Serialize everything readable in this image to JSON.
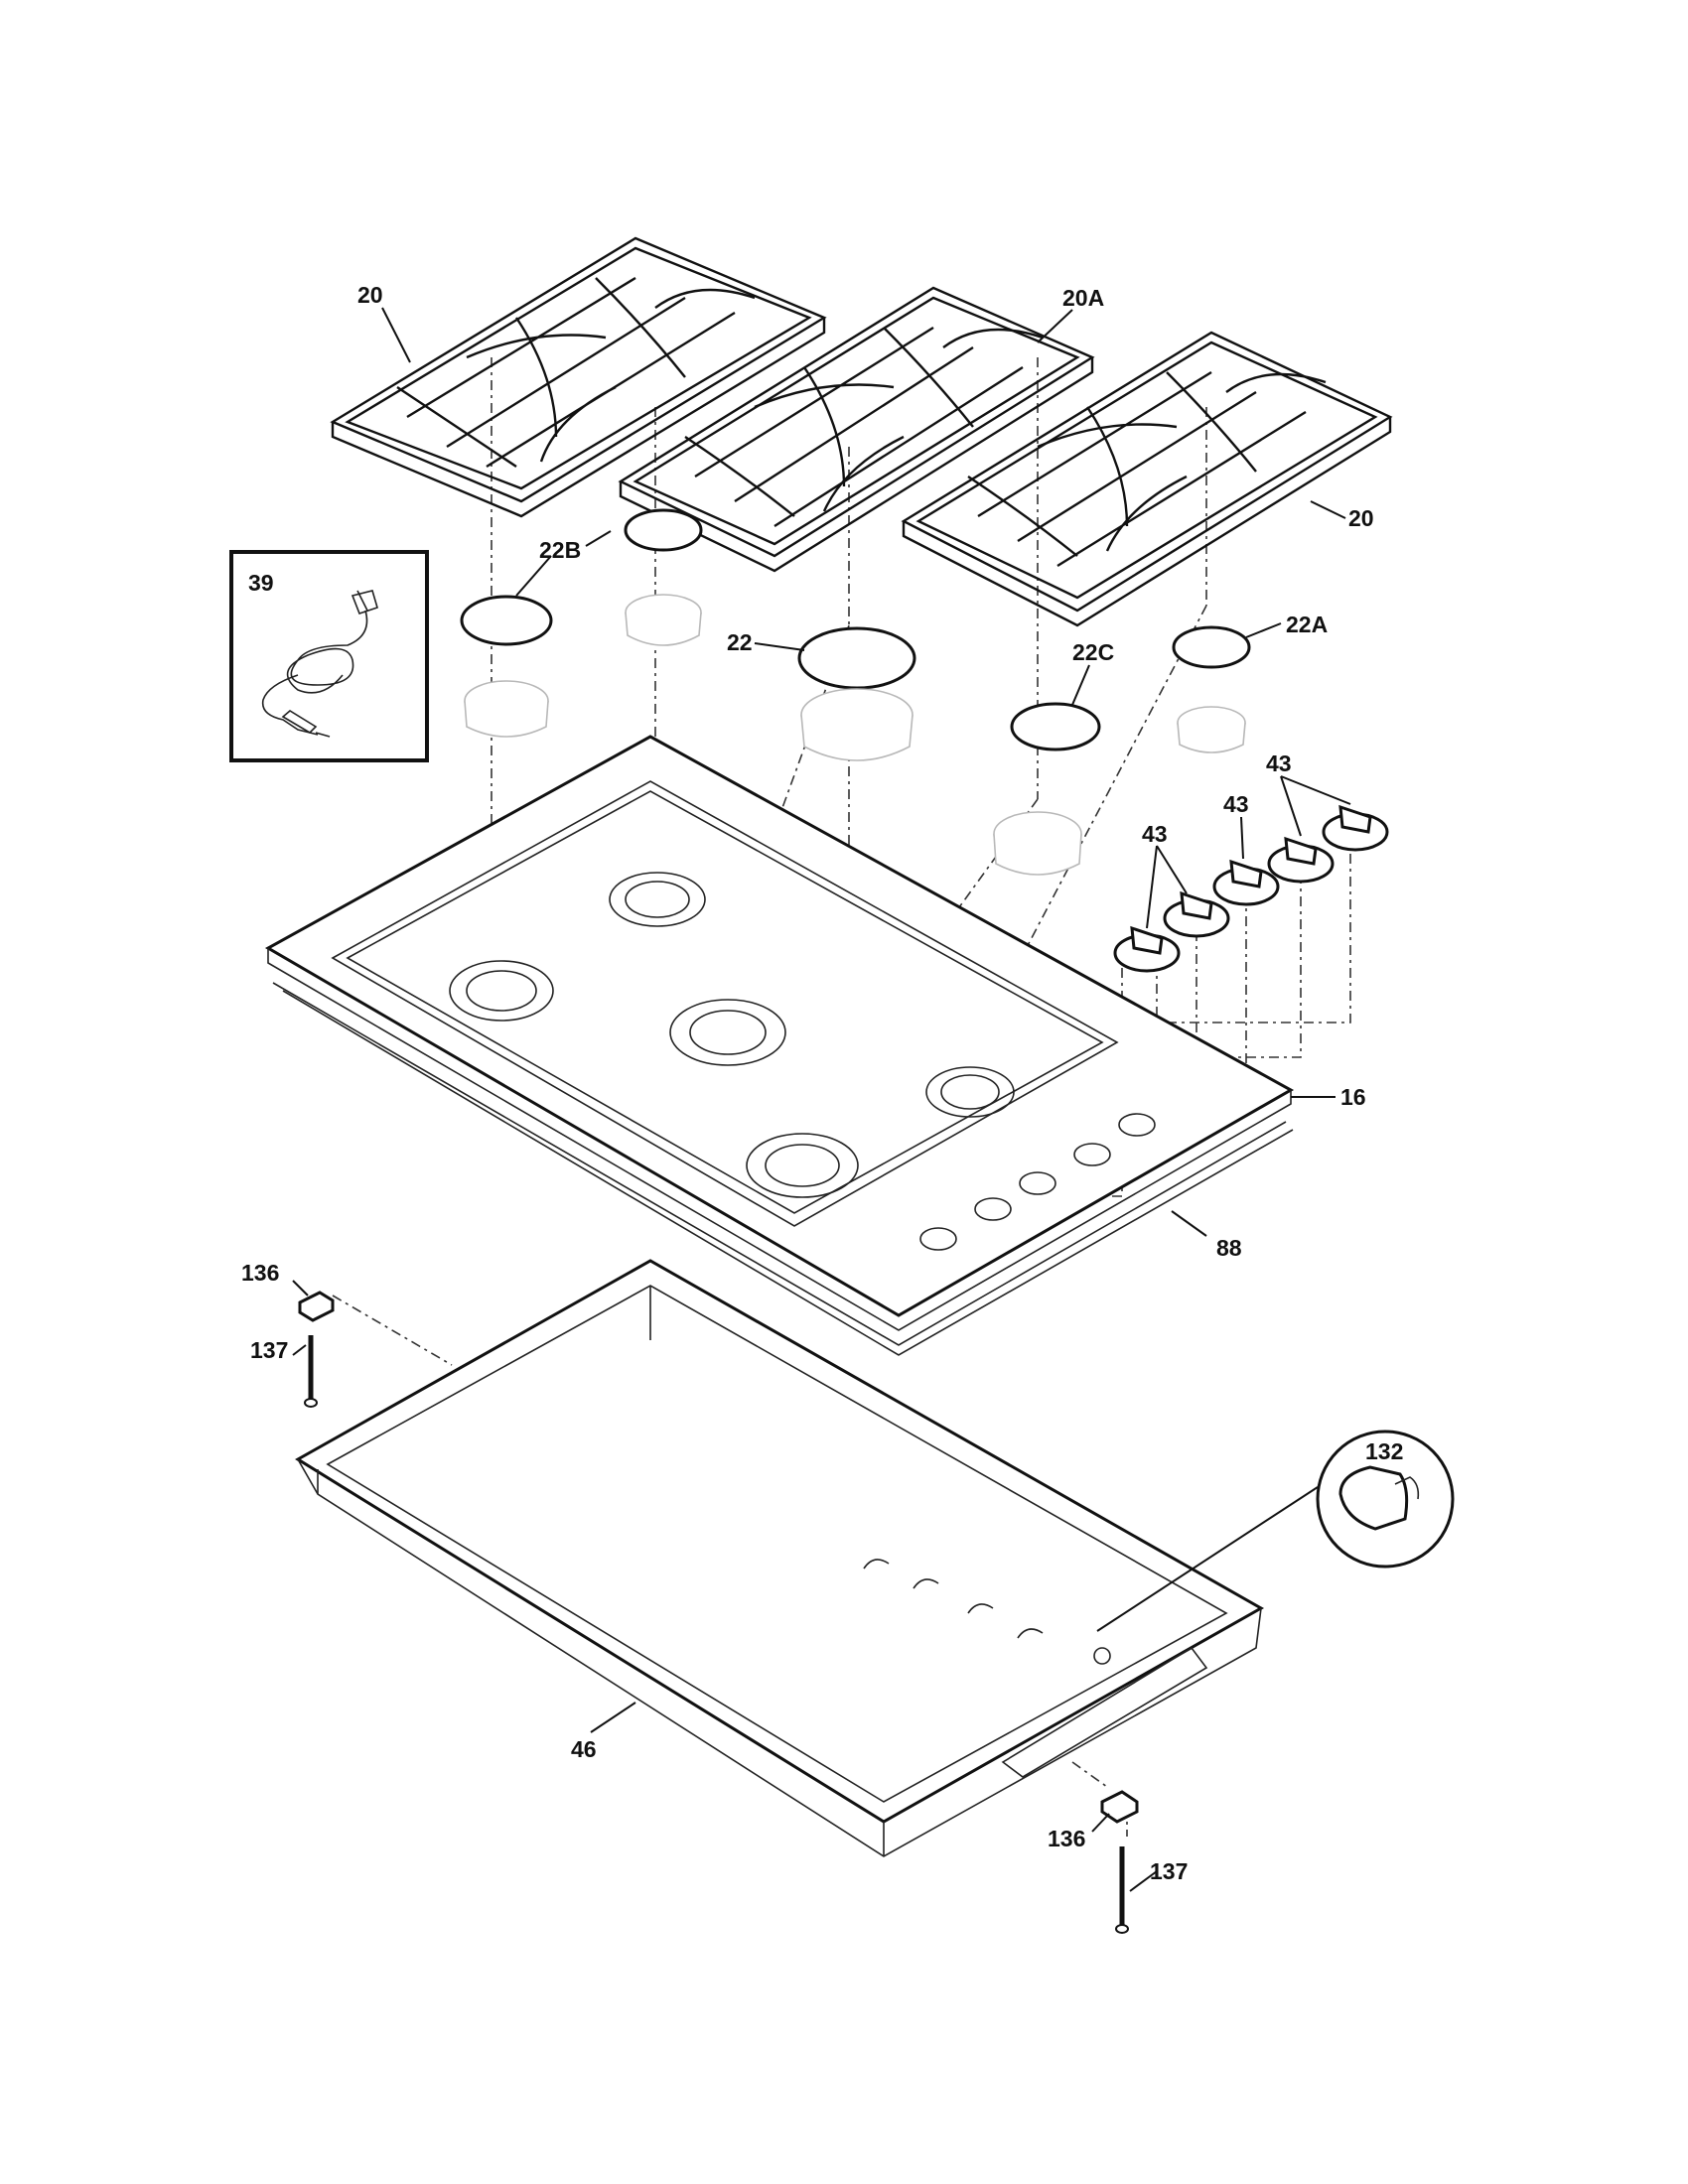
{
  "diagram": {
    "labels": {
      "grate_left": "20",
      "grate_center": "20A",
      "grate_right": "20",
      "cord_box": "39",
      "cap_22B": "22B",
      "cap_22": "22",
      "cap_22C": "22C",
      "cap_22A": "22A",
      "knob_a": "43",
      "knob_b": "43",
      "knob_c": "43",
      "cooktop": "16",
      "gasket": "88",
      "bracket_top": "136",
      "screw_top": "137",
      "bracket_bottom": "136",
      "screw_bottom": "137",
      "burner_box": "46",
      "detail_circle": "132"
    },
    "colors": {
      "line": "#111111",
      "ghost": "#b8b8b8",
      "background": "#ffffff"
    }
  }
}
